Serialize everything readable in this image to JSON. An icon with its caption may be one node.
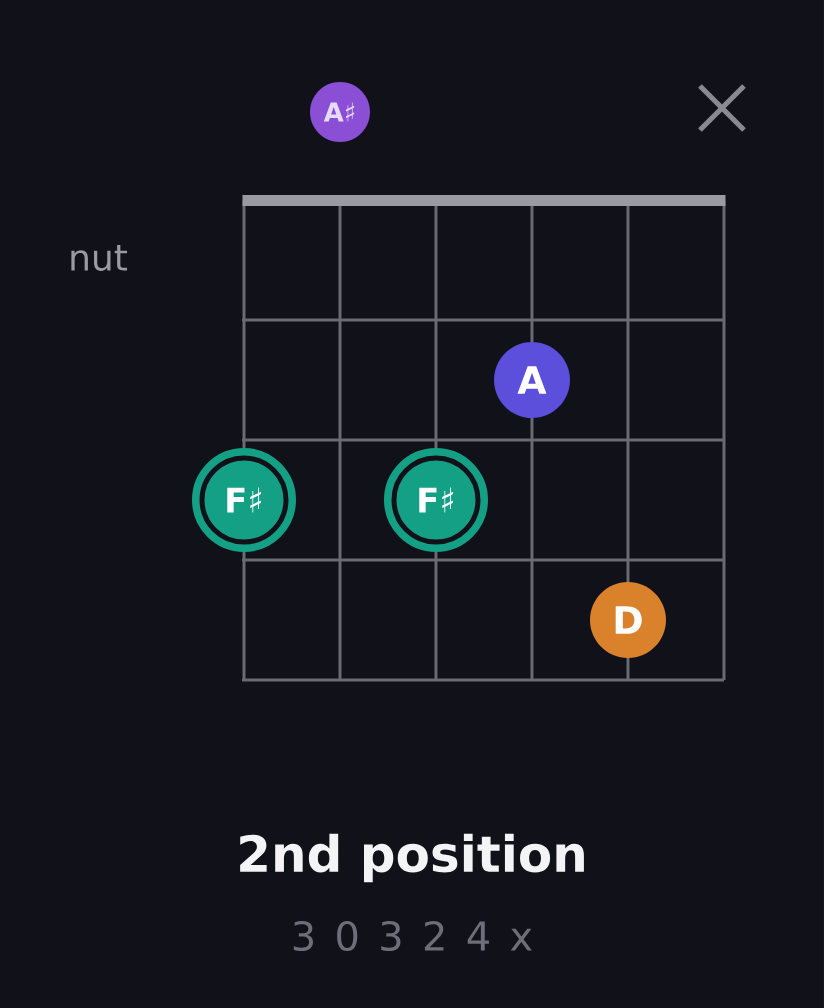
{
  "diagram": {
    "title": "2nd position",
    "nodes": [
      {
        "text": [
          "A♯"
        ]
      },
      {
        "text": [
          "A"
        ]
      },
      {
        "text": [
          "F♯"
        ]
      },
      {
        "text": [
          "F♯"
        ]
      },
      {
        "text": [
          "D"
        ]
      }
    ],
    "labels": [
      "nut",
      "3 0 3 2 4 x"
    ]
  }
}
